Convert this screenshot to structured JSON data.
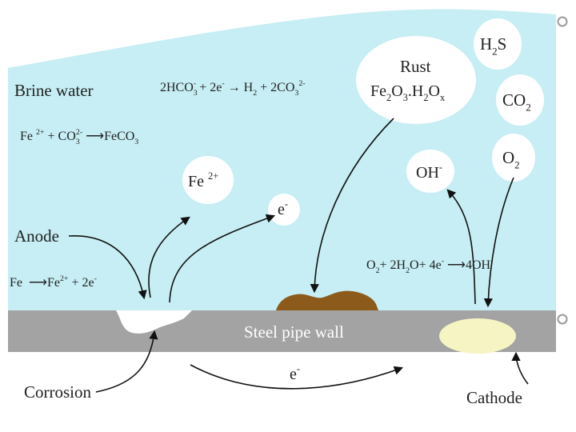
{
  "colors": {
    "water": "#c6eef4",
    "pipe": "#a3a3a3",
    "rust": "#8c5a1a",
    "cathode_spot": "#f7f4c4",
    "bubble": "#ffffff",
    "bullet": "#9a9a9a"
  },
  "labels": {
    "brine_water": "Brine water",
    "anode": "Anode",
    "corrosion": "Corrosion",
    "cathode": "Cathode",
    "steel_pipe_wall": "Steel pipe wall"
  },
  "species": {
    "rust_line1": "Rust",
    "rust_formula": [
      "Fe",
      "2",
      "O",
      "3",
      ".H",
      "2",
      "O",
      "x"
    ],
    "h2s": [
      "H",
      "2",
      "S"
    ],
    "co2": [
      "CO",
      "2"
    ],
    "o2": [
      "O",
      "2"
    ],
    "oh": [
      "OH",
      "-"
    ],
    "fe2": [
      "Fe ",
      "2+"
    ],
    "e_top": [
      "e",
      "-"
    ],
    "e_bottom": [
      "e",
      "-"
    ]
  },
  "equations": {
    "bicarbonate": [
      "2HCO",
      "3",
      "-",
      " + 2e",
      "-",
      " → H",
      "2",
      " + 2CO",
      "3",
      "2-"
    ],
    "ferrous_carbonate": [
      "Fe ",
      "2+",
      " + CO",
      "3",
      "2-",
      "⟶",
      "FeCO",
      "3"
    ],
    "iron_oxidation": [
      "Fe ",
      "⟶",
      "Fe",
      "2+",
      " + 2e",
      "-"
    ],
    "oxygen_reduction": [
      "O",
      "2",
      "+ 2H",
      "2",
      "O+ 4e",
      "-",
      "⟶",
      "4OH",
      "-"
    ]
  }
}
